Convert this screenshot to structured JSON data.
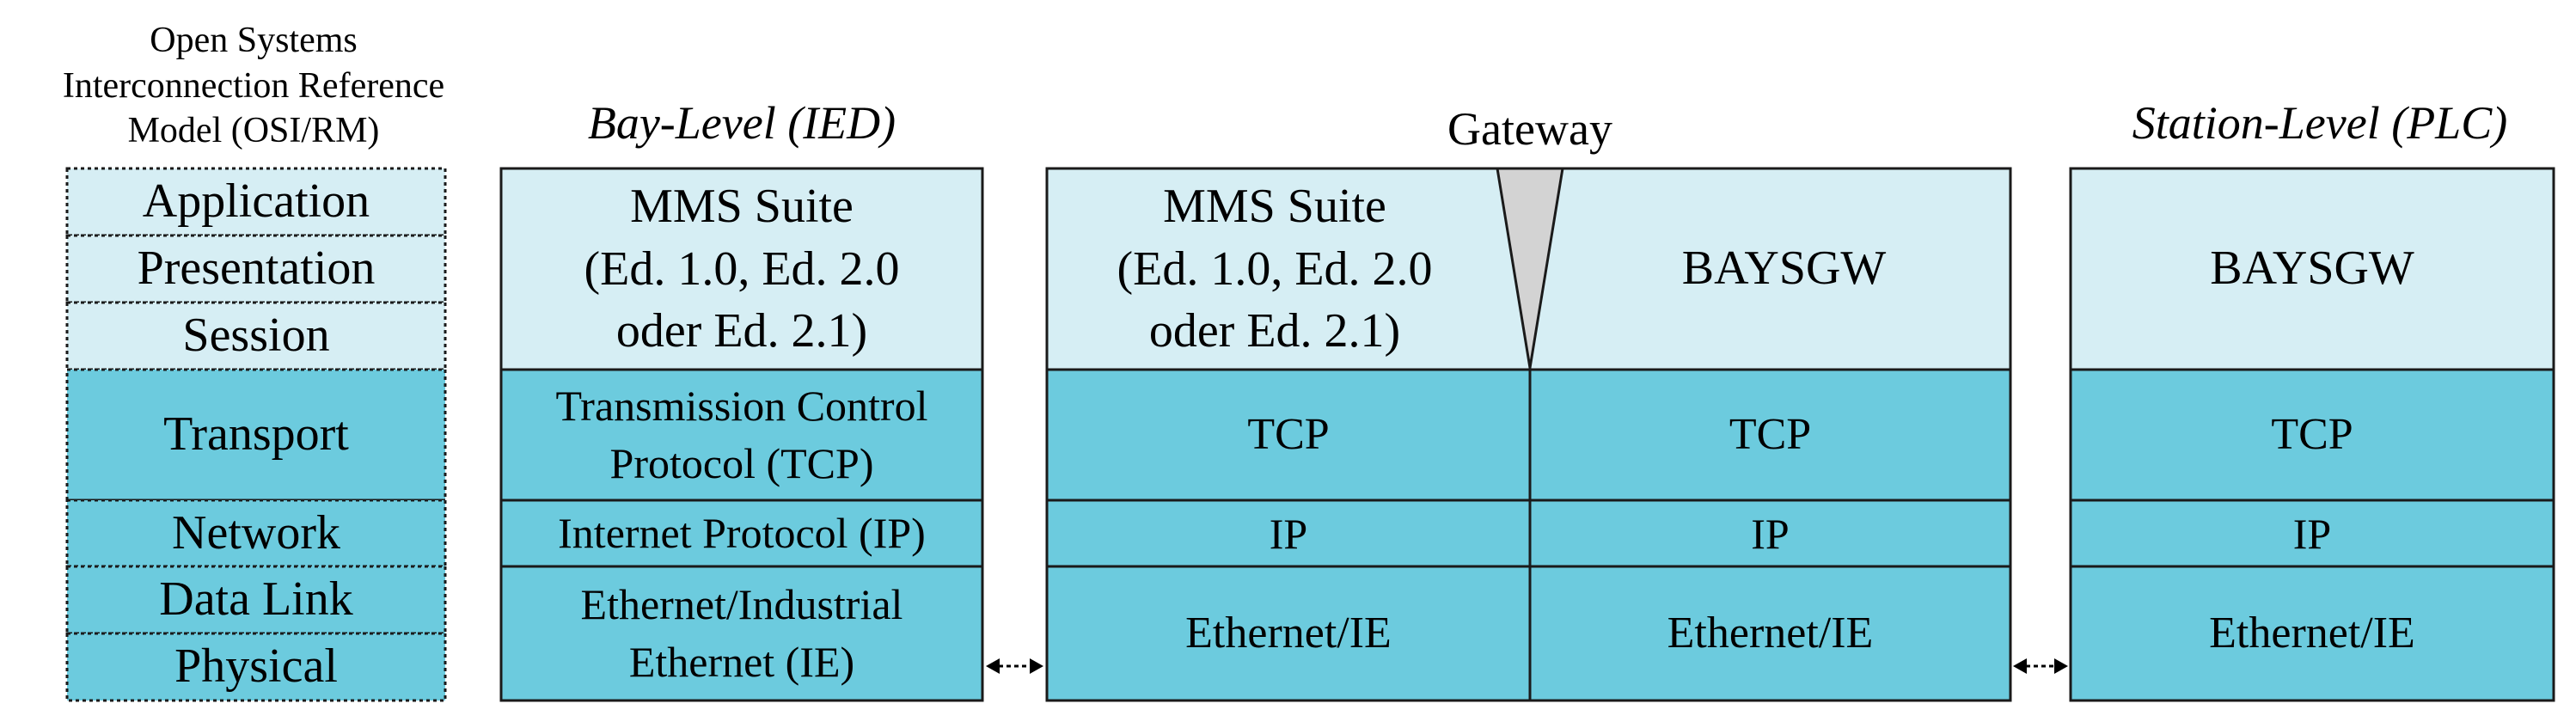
{
  "colors": {
    "light_fill": "#d6eef4",
    "dark_fill": "#6ccbde",
    "border": "#1a1a1a",
    "funnel": "#d3d3d3"
  },
  "osi": {
    "title_lines": [
      "Open Systems",
      "Interconnection Reference",
      "Model (OSI/RM)"
    ],
    "layers": {
      "application": "Application",
      "presentation": "Presentation",
      "session": "Session",
      "transport": "Transport",
      "network": "Network",
      "data_link": "Data Link",
      "physical": "Physical"
    }
  },
  "bay": {
    "title": "Bay-Level (IED)",
    "app_lines": [
      "MMS Suite",
      "(Ed. 1.0, Ed. 2.0",
      "oder Ed. 2.1)"
    ],
    "transport_lines": [
      "Transmission Control",
      "Protocol (TCP)"
    ],
    "network": "Internet Protocol (IP)",
    "link_lines": [
      "Ethernet/Industrial",
      "Ethernet (IE)"
    ]
  },
  "gateway": {
    "title": "Gateway",
    "left": {
      "app_lines": [
        "MMS Suite",
        "(Ed. 1.0, Ed. 2.0",
        "oder Ed. 2.1)"
      ],
      "transport": "TCP",
      "network": "IP",
      "link": "Ethernet/IE"
    },
    "right": {
      "app": "BAYSGW",
      "transport": "TCP",
      "network": "IP",
      "link": "Ethernet/IE"
    }
  },
  "station": {
    "title": "Station-Level (PLC)",
    "app": "BAYSGW",
    "transport": "TCP",
    "network": "IP",
    "link": "Ethernet/IE"
  }
}
